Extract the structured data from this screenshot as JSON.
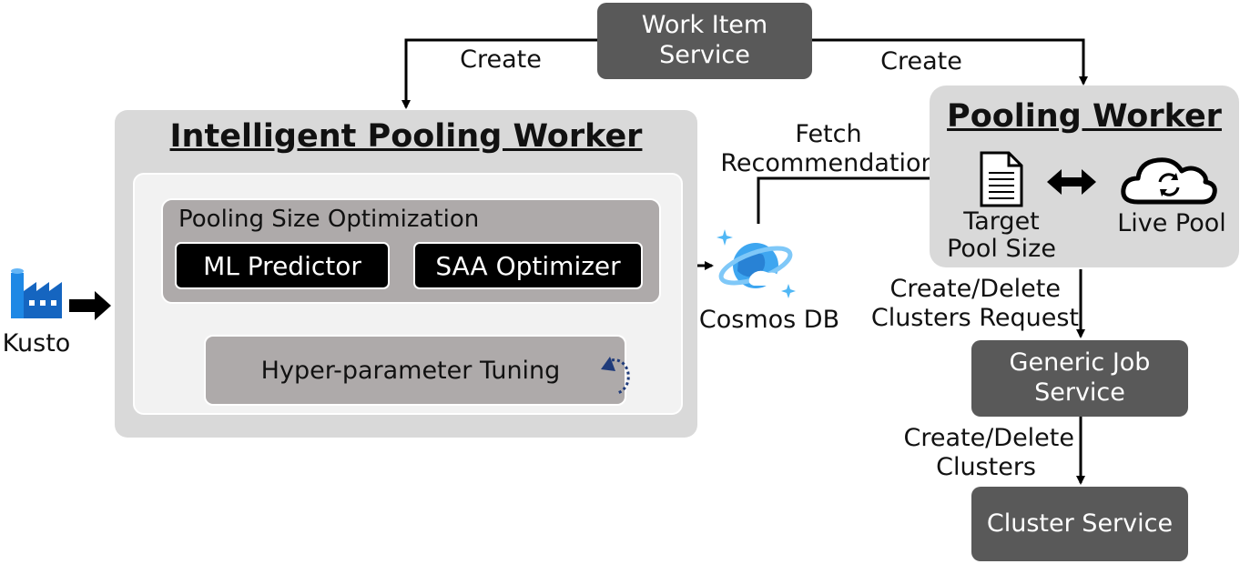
{
  "work_item_service": {
    "label_line1": "Work Item",
    "label_line2": "Service"
  },
  "edges": {
    "create_left": "Create",
    "create_right": "Create",
    "fetch_line1": "Fetch",
    "fetch_line2": "Recommendation",
    "create_delete_req_line1": "Create/Delete",
    "create_delete_req_line2": "Clusters Request",
    "create_delete_line1": "Create/Delete",
    "create_delete_line2": "Clusters"
  },
  "intelligent_pooling_worker": {
    "title": "Intelligent Pooling Worker",
    "pooling_size_optimization": "Pooling Size Optimization",
    "ml_predictor": "ML Predictor",
    "saa_optimizer": "SAA Optimizer",
    "hyper_parameter_tuning": "Hyper-parameter Tuning"
  },
  "kusto": {
    "label": "Kusto"
  },
  "cosmos_db": {
    "label": "Cosmos DB"
  },
  "pooling_worker": {
    "title": "Pooling Worker",
    "target_line1": "Target",
    "target_line2": "Pool Size",
    "live_pool": "Live Pool"
  },
  "generic_job_service": {
    "label_line1": "Generic Job",
    "label_line2": "Service"
  },
  "cluster_service": {
    "label": "Cluster Service"
  },
  "colors": {
    "dark_box": "#595959",
    "panel": "#d9d9d9",
    "inner_panel": "#f2f2f2",
    "mid_panel": "#aeaaaa",
    "black_box": "#000000",
    "azure_blue": "#1e88e5",
    "cosmos_blue": "#3ea6f0"
  },
  "icons": [
    "factory-icon",
    "document-icon",
    "cloud-sync-icon",
    "cosmos-db-icon",
    "cycle-arrow-icon",
    "double-arrow-icon"
  ]
}
